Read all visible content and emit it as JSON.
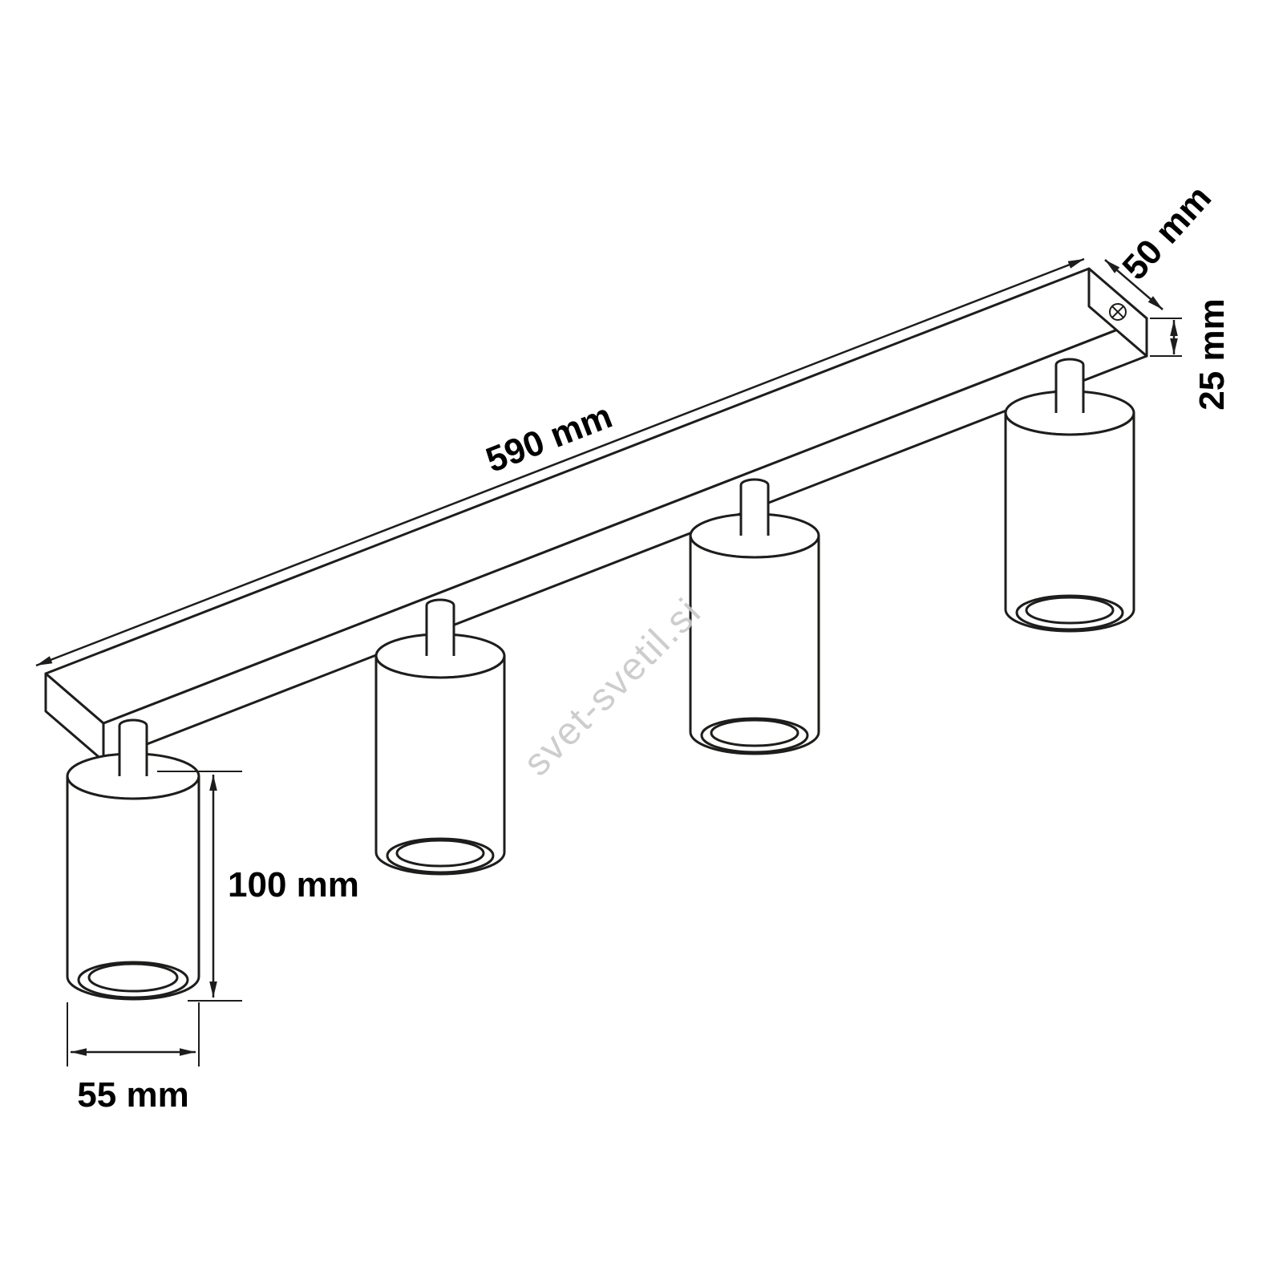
{
  "diagram": {
    "type": "technical-dimension-drawing",
    "subject": "4-light ceiling spotlight rail fixture",
    "watermark": "svet-svetil.si",
    "spotlight_count": 4,
    "labels": {
      "rail_length": "590 mm",
      "rail_depth": "50 mm",
      "rail_height": "25 mm",
      "spot_height": "100 mm",
      "spot_diameter": "55 mm"
    },
    "colors": {
      "line": "#1d1d1b",
      "text": "#000000",
      "watermark": "#c8c8c8",
      "background": "#ffffff"
    }
  }
}
